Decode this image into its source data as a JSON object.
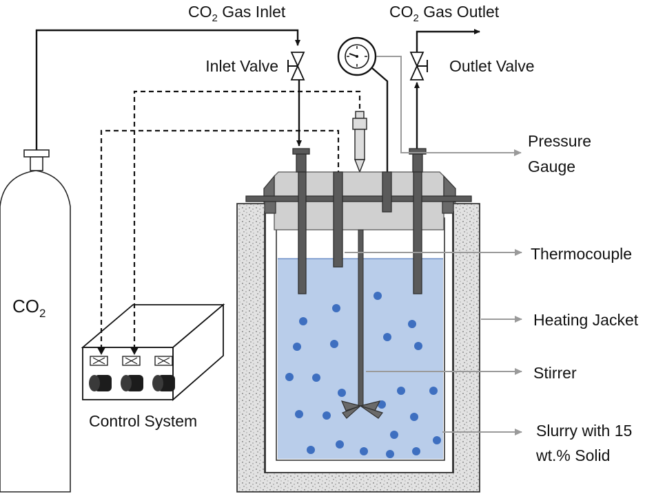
{
  "labels": {
    "gas_inlet": "CO",
    "gas_inlet_sub": "2",
    "gas_inlet_rest": " Gas Inlet",
    "gas_outlet": "CO",
    "gas_outlet_sub": "2",
    "gas_outlet_rest": " Gas Outlet",
    "inlet_valve": "Inlet Valve",
    "outlet_valve": "Outlet Valve",
    "pressure_gauge_line1": "Pressure",
    "pressure_gauge_line2": "Gauge",
    "thermocouple": "Thermocouple",
    "heating_jacket": "Heating Jacket",
    "stirrer": "Stirrer",
    "slurry_line1": "Slurry with 15",
    "slurry_line2": "wt.% Solid",
    "control_system": "Control System",
    "cylinder": "CO",
    "cylinder_sub": "2"
  },
  "colors": {
    "jacket_fill": "#e6e6e6",
    "liquid_fill": "#b9cdea",
    "particle": "#3e6fc0",
    "lid_fill": "#cfcfcf",
    "tube_fill": "#5a5a5a",
    "leader_arrow": "#9a9a9a"
  }
}
